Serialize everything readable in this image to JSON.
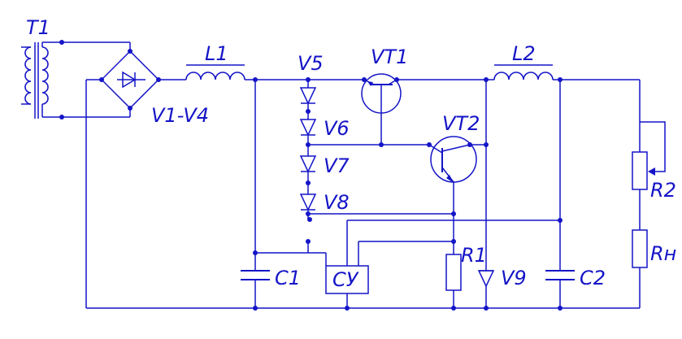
{
  "colors": {
    "wire": "#1414c8",
    "background": "#ffffff"
  },
  "labels": {
    "T1": "T1",
    "L1": "L1",
    "V1_V4": "V1-V4",
    "V5": "V5",
    "V6": "V6",
    "V7": "V7",
    "V8": "V8",
    "VT1": "VT1",
    "VT2": "VT2",
    "L2": "L2",
    "R1": "R1",
    "R2": "R2",
    "RH": "Rн",
    "C1": "C1",
    "C2": "C2",
    "V9": "V9",
    "CU": "СУ"
  }
}
